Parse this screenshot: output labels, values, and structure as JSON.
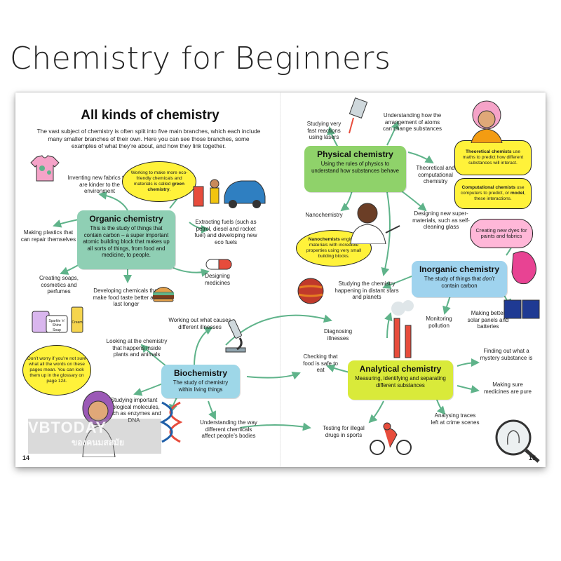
{
  "header": {
    "title": "Chemistry for Beginners"
  },
  "page": {
    "heading": "All kinds of chemistry",
    "intro": "The vast subject of chemistry is often split into five main branches, which each include many smaller branches of their own. Here you can see those branches, some examples of what they’re about, and how they link together.",
    "page_left": "14",
    "page_right": "15"
  },
  "branches": {
    "organic": {
      "title": "Organic chemistry",
      "desc": "This is the study of things that contain carbon – a super important atomic building block that makes up all sorts of things, from food and medicine, to people.",
      "color": "#8fcfb4"
    },
    "physical": {
      "title": "Physical chemistry",
      "desc": "Using the rules of physics to understand how substances behave",
      "color": "#8fd26a"
    },
    "inorganic": {
      "title": "Inorganic chemistry",
      "desc_a": "The study of things that ",
      "desc_em": "don’t",
      "desc_b": " contain carbon",
      "color": "#9fd3ee"
    },
    "bio": {
      "title": "Biochemistry",
      "desc": "The study of chemistry within living things",
      "color": "#9ed7e8"
    },
    "analytical": {
      "title": "Analytical chemistry",
      "desc": "Measuring, identifying and separating different substances",
      "color": "#d9ea3a"
    }
  },
  "labels": {
    "fabrics": "Inventing new fabrics that are kinder to the environment",
    "plastics": "Making plastics that can repair themselves",
    "soaps": "Creating soaps, cosmetics and perfumes",
    "food": "Developing chemicals that make food taste better and last longer",
    "fuels": "Extracting fuels (such as petrol, diesel and rocket fuel) and developing new eco fuels",
    "medicines": "Designing medicines",
    "illnesses": "Working out what causes different illnesses",
    "plants": "Looking at the chemistry that happens inside plants and animals",
    "molecules": "Studying important biological molecules, such as enzymes and DNA",
    "bodies": "Understanding the way different chemicals affect people’s bodies",
    "lasers": "Studying very fast reactions using lasers",
    "atoms": "Understanding how the arrangement of atoms can change substances",
    "computational": "Theoretical and computational chemistry",
    "nano": "Nanochemistry",
    "supermaterials": "Designing new super-materials, such as self-cleaning glass",
    "stars": "Studying the chemistry happening in distant stars and planets",
    "diagnosing": "Diagnosing illnesses",
    "solar": "Making better solar panels and batteries",
    "pollution": "Monitoring pollution",
    "safe_food": "Checking that food is safe to eat",
    "mystery": "Finding out what a mystery substance is",
    "pure": "Making sure medicines are pure",
    "traces": "Analysing traces left at crime scenes",
    "drugs": "Testing for illegal drugs in sports"
  },
  "bubbles": {
    "green": {
      "a": "Working to make more eco-friendly chemicals and materials is called ",
      "b": "green chemistry",
      "c": "."
    },
    "nano": {
      "a": "Nanochemists",
      "b": " engineer materials with incredible properties using very small building blocks."
    },
    "theoretical": {
      "a": "Theoretical chemists",
      "b": " use maths to predict how different substances will interact."
    },
    "computational": {
      "a": "Computational chemists",
      "b": " use computers to predict, or ",
      "c": "model",
      "d": ", these interactions."
    },
    "dyes": "Creating new dyes for paints and fabrics",
    "glossary": "Don’t worry if you’re not sure what all the words on these pages mean. You can look them up in the glossary on page 124."
  },
  "products": {
    "sparkle": "Sparkle ’n’ Shine",
    "cream": "Cream",
    "soap": "Soap"
  },
  "watermark": {
    "main": "VBTODAY",
    "sub": "ของคนมสสมัย"
  },
  "colors": {
    "yellow": "#fff23a",
    "pink": "#ffb7d8",
    "arrow": "#5fb38a"
  }
}
